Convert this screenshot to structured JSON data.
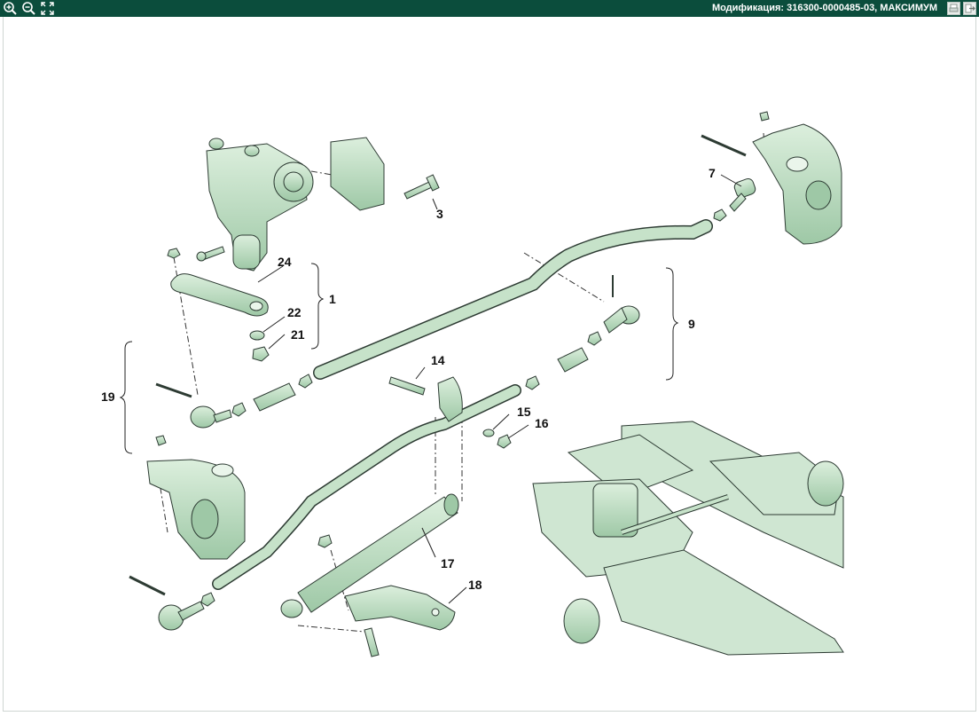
{
  "toolbar": {
    "zoom_in_icon": "zoom-in-icon",
    "zoom_out_icon": "zoom-out-icon",
    "fit_icon": "fit-to-window-icon",
    "modification": "Модификация: 316300-0000485-03, МАКСИМУМ",
    "print_icon": "print-icon",
    "exit_icon": "exit-icon",
    "background_color": "#0b4d3c"
  },
  "diagram": {
    "part_fill_color": "#bfdcc3",
    "part_stroke_color": "#2d3b33",
    "callouts": {
      "c1": "1",
      "c3": "3",
      "c7": "7",
      "c9": "9",
      "c14": "14",
      "c15": "15",
      "c16": "16",
      "c17": "17",
      "c18": "18",
      "c19": "19",
      "c21": "21",
      "c22": "22",
      "c24": "24"
    }
  }
}
